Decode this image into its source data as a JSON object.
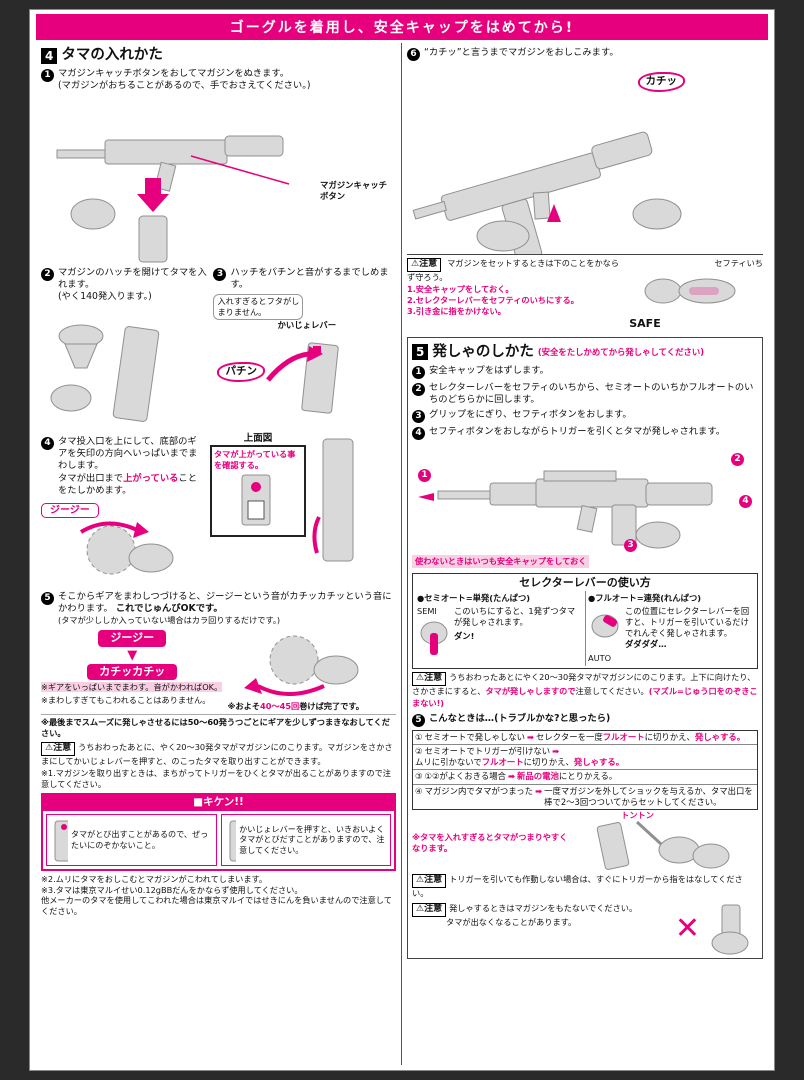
{
  "ui": {
    "arrow_right": "➡",
    "arrow_down": "▼",
    "x_mark": "✕",
    "warn_icon": "⚠"
  },
  "header": {
    "title": "ゴーグルを着用し、安全キャップをはめてから!"
  },
  "sec4": {
    "num": "4",
    "title": "タマの入れかた",
    "step1": {
      "n": "1",
      "text": "マガジンキャッチボタンをおしてマガジンをぬきます。",
      "sub": "(マガジンがおちることがあるので、手でおさえてください。)"
    },
    "fig1_label": "マガジンキャッチボタン",
    "step2": {
      "n": "2",
      "text": "マガジンのハッチを開けてタマを入れます。",
      "sub": "(やく140発入ります。)"
    },
    "step3": {
      "n": "3",
      "text": "ハッチをパチンと音がするまでしめます。",
      "note": "入れすぎるとフタがしまりません。",
      "lever": "かいじょレバー",
      "sound": "パチン"
    },
    "step4": {
      "n": "4",
      "text1": "タマ投入口を上にして、底部のギアを矢印の方向へいっぱいまでまわします。",
      "text2": "タマが出口まで",
      "pink": "上がっている",
      "text3": "ことをたしかめます。",
      "topview": "上面図",
      "check": "タマが上がっている事を確認する。",
      "sound": "ジージー"
    },
    "step5": {
      "n": "5",
      "text1": "そこからギアをまわしつづけると、ジージーという音がカチッカチッという音にかわります。",
      "text2": "これでじゅんびOKです。",
      "sub": "(タマが少ししか入っていない場合はカラ回りするだけです。)",
      "sound1": "ジージー",
      "sound2": "カチッカチッ",
      "note1": "※ギアをいっぱいまでまわす。音がかわればOK。",
      "note2": "※まわしすぎてもこわれることはありません。",
      "done1": "※およそ",
      "done2": "40〜45回",
      "done3": "巻けば完了です。"
    },
    "smooth": "※最後までスムーズに発しゃさせるには50〜60発うつごとにギアを少しずつまきなおしてください。",
    "caution1": {
      "label": "注意",
      "text": "うちおわったあとに、やく20〜30発タマがマガジンにのこります。マガジンをさかさまにしてかいじょレバーを押すと、のこったタマを取り出すことができます。",
      "note": "※1.マガジンを取り出すときは、まちがってトリガーをひくとタマが出ることがありますので注意してください。"
    },
    "danger": {
      "label": "■キケン!!",
      "left": "タマがとび出すことがあるので、ぜったいにのぞかないこと。",
      "right": "かいじょレバーを押すと、いきおいよくタマがとびだすことがありますので、注意してください。"
    },
    "note2": "※2.ムリにタマをおしこむとマガジンがこわれてしまいます。",
    "note3a": "※3.タマは東京マルイせい0.12gBBだんをかならず使用してください。",
    "note3b": "他メーカーのタマを使用してこわれた場合は東京マルイではせきにんを負いませんので注意してください。",
    "step6": {
      "n": "6",
      "text": "“カチッ”と言うまでマガジンをおしこみます。",
      "sound": "カチッ"
    },
    "cautionSet": {
      "label": "注意",
      "intro": "マガジンをセットするときは下のことをかならず守ろう。",
      "item1": "1.安全キャップをしておく。",
      "item2": "2.セレクターレバーをセフティのいちにする。",
      "item3": "3.引き金に指をかけない。",
      "safetyLabel": "セフティいち",
      "safe": "SAFE"
    }
  },
  "sec5": {
    "num": "5",
    "title": "発しゃのしかた",
    "subtitle": "(安全をたしかめてから発しゃしてください)",
    "step1": {
      "n": "1",
      "text": "安全キャップをはずします。"
    },
    "step2": {
      "n": "2",
      "text": "セレクターレバーをセフティのいちから、セミオートのいちかフルオートのいちのどちらかに回します。"
    },
    "step3": {
      "n": "3",
      "text": "グリップをにぎり、セフティボタンをおします。"
    },
    "step4": {
      "n": "4",
      "text": "セフティボタンをおしながらトリガーを引くとタマが発しゃされます。"
    },
    "fig": {
      "n1": "1",
      "n2": "2",
      "n3": "3",
      "n4": "4",
      "caption": "使わないときはいつも安全キャップをしておく"
    },
    "selector": {
      "title": "セレクターレバーの使い方",
      "semiTitle": "●セミオート=単発(たんぱつ)",
      "autoTitle": "●フルオート=連発(れんぱつ)",
      "semiText": "このいちにすると、1発ずつタマが発しゃされます。",
      "semiSound": "ダン!",
      "semiLabel": "SEMI",
      "autoText": "この位置にセレクターレバーを回すと、トリガーを引いているだけでれんぞく発しゃされます。",
      "autoSound": "ダダダダ…",
      "autoLabel": "AUTO"
    },
    "caution2": {
      "label": "注意",
      "text1": "うちおわったあとにやく20〜30発タマがマガジンにのこります。上下に向けたり、さかさまにすると、",
      "pink1": "タマが発しゃしますので",
      "text2": "注意してください。",
      "pink2": "(マズル=じゅう口をのぞきこまない!)"
    },
    "step5head": {
      "n": "5",
      "text": "こんなときは…(トラブルかな?と思ったら)"
    },
    "trouble": [
      {
        "n": "①",
        "q": "セミオートで発しゃしない",
        "a1": "セレクターを一度",
        "p1": "フルオート",
        "a2": "に切りかえ、",
        "p2": "発しゃする。"
      },
      {
        "n": "②",
        "q": "セミオートでトリガーが引けない",
        "a1": "ムリに引かないで",
        "p1": "フルオート",
        "a2": "に切りかえ、",
        "p2": "発しゃする。"
      },
      {
        "n": "③",
        "q": "①②がよくおきる場合",
        "a1": "",
        "p1": "新品の電池",
        "a2": "にとりかえる。",
        "p2": ""
      },
      {
        "n": "④",
        "q": "マガジン内でタマがつまった",
        "a1": "一度マガジンを外してショックを与えるか、タマ出口を棒で2〜3回つついてからセットしてください。",
        "p1": "",
        "a2": "",
        "p2": ""
      }
    ],
    "sound": "トントン",
    "jamNote": "※タマを入れすぎるとタマがつまりやすくなります。",
    "caution3": {
      "label": "注意",
      "text": "トリガーを引いても作動しない場合は、すぐにトリガーから指をはなしてください。"
    },
    "caution4": {
      "label": "注意",
      "text1": "発しゃするときはマガジンをもたないでください。",
      "text2": "タマが出なくなることがあります。"
    }
  }
}
